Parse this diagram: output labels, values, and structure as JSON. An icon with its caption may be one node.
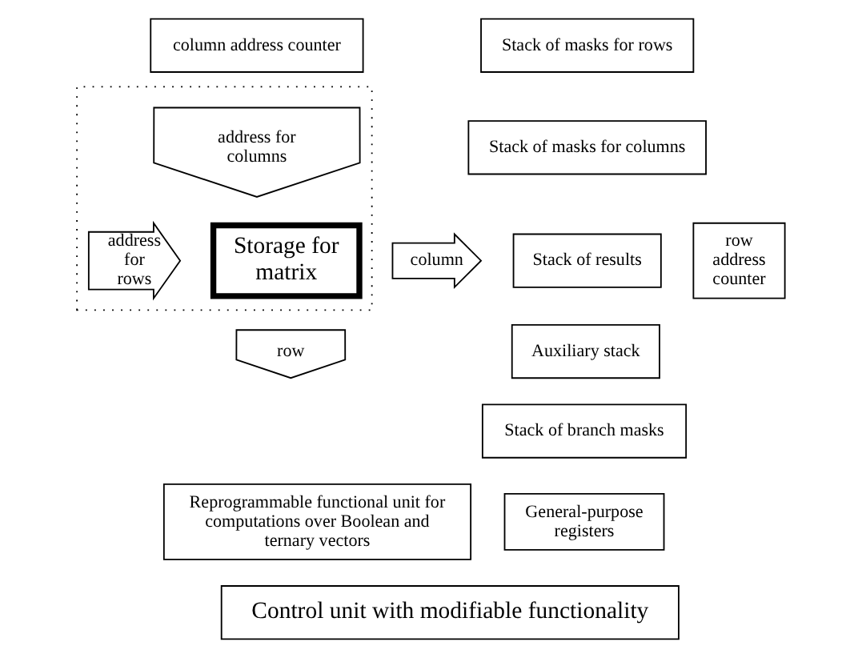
{
  "diagram": {
    "nodes": [
      {
        "text": [
          "column address counter"
        ]
      },
      {
        "text": [
          "row address counter"
        ]
      },
      {
        "text": [],
        "shape": "box"
      },
      {
        "text": [
          "address for columns"
        ],
        "in": 2
      },
      {
        "text": [
          "address for rows"
        ],
        "in": 2
      },
      {
        "text": [
          "Storage for matrix"
        ],
        "in": 2
      },
      {
        "text": [
          "column"
        ]
      },
      {
        "text": [
          "row"
        ]
      },
      {
        "text": [
          "Stack of masks for rows"
        ]
      },
      {
        "text": [
          "Stack of masks for columns"
        ]
      },
      {
        "text": [
          "Stack of results"
        ]
      },
      {
        "text": [
          "Auxiliary stack"
        ]
      },
      {
        "text": [
          "Stack of branch masks"
        ]
      },
      {
        "text": [
          "Reprogrammable functional unit for computations over Boolean and ternary vectors"
        ]
      },
      {
        "text": [
          "General-purpose registers"
        ]
      },
      {
        "text": [
          "Control unit with modifiable functionality"
        ]
      }
    ],
    "edges": []
  }
}
